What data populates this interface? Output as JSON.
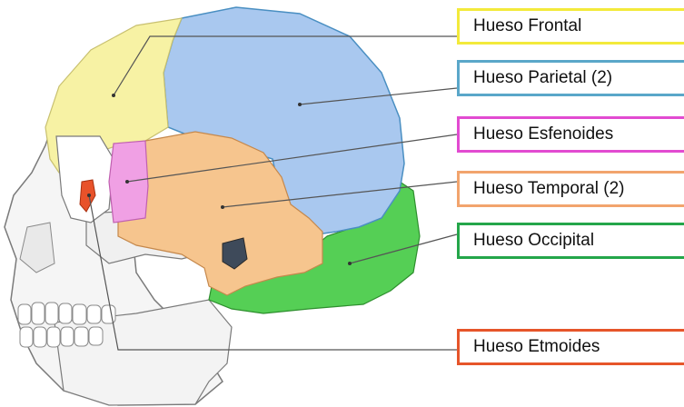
{
  "labels": [
    {
      "key": "frontal",
      "text": "Hueso Frontal",
      "color": "#f3ea3b"
    },
    {
      "key": "parietal",
      "text": "Hueso Parietal (2)",
      "color": "#5aa7c9"
    },
    {
      "key": "esfenoides",
      "text": "Hueso Esfenoides",
      "color": "#e24bd1"
    },
    {
      "key": "temporal",
      "text": "Hueso Temporal (2)",
      "color": "#f2a46d"
    },
    {
      "key": "occipital",
      "text": "Hueso Occipital",
      "color": "#24a64a"
    },
    {
      "key": "etmoides",
      "text": "Hueso Etmoides",
      "color": "#e6552a"
    }
  ],
  "bone_colors": {
    "frontal": "#f7f2a4",
    "parietal": "#a9c8ef",
    "esfenoides": "#f0a0e4",
    "temporal": "#f6c58e",
    "occipital": "#55cf55",
    "etmoides": "#e8522a",
    "face": "#f5f5f5"
  }
}
